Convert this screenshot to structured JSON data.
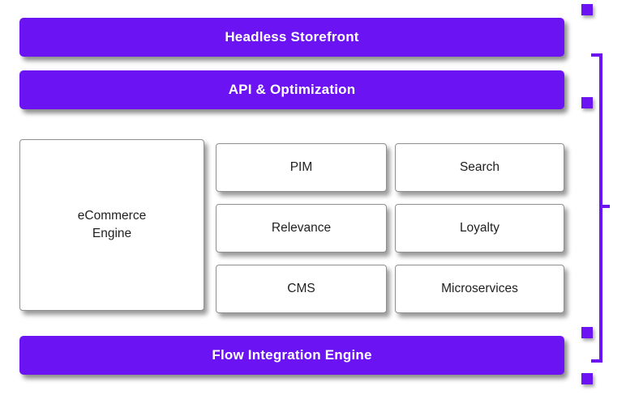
{
  "colors": {
    "purple": "#6c13f4",
    "box_border": "#8f8f8f",
    "text_light": "#ffffff",
    "text_dark": "#1f1f1f"
  },
  "layers": {
    "headless": "Headless Storefront",
    "api": "API & Optimization",
    "flow": "Flow Integration Engine"
  },
  "engine": {
    "label": "eCommerce\nEngine"
  },
  "modules": {
    "grid": [
      {
        "label": "PIM"
      },
      {
        "label": "Search"
      },
      {
        "label": "Relevance"
      },
      {
        "label": "Loyalty"
      },
      {
        "label": "CMS"
      },
      {
        "label": "Microservices"
      }
    ]
  }
}
